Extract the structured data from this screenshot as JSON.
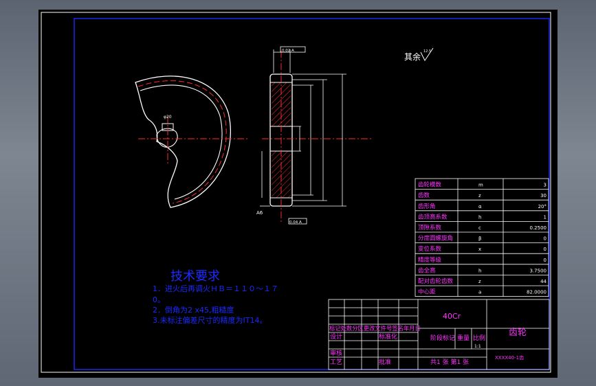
{
  "roughness": {
    "prefix": "其余",
    "value": "12.5"
  },
  "technical_requirements": {
    "title": "技术要求",
    "lines": [
      "1．进火后再调火ＨＢ＝１１０～１７",
      "0。",
      "2．倒角为2 x45,粗糙度",
      "3.未标注偏差尺寸的精度为IT14。"
    ]
  },
  "gear_params": [
    {
      "name": "齿轮模数",
      "symbol": "m",
      "value": "3"
    },
    {
      "name": "齿数",
      "symbol": "z",
      "value": "30"
    },
    {
      "name": "齿形角",
      "symbol": "α",
      "value": "20°"
    },
    {
      "name": "齿顶高系数",
      "symbol": "h",
      "value": "1"
    },
    {
      "name": "顶隙系数",
      "symbol": "c",
      "value": "0.2500"
    },
    {
      "name": "分度圆螺旋角",
      "symbol": "β",
      "value": "0"
    },
    {
      "name": "变位系数",
      "symbol": "x",
      "value": "0"
    },
    {
      "name": "精度等级",
      "symbol": "",
      "value": "0"
    },
    {
      "name": "齿全高",
      "symbol": "h",
      "value": "3.7500"
    },
    {
      "name": "配对齿轮齿数",
      "symbol": "z",
      "value": "44"
    },
    {
      "name": "中心距",
      "symbol": "a",
      "value": "82.0000"
    }
  ],
  "title_block": {
    "material": "40Cr",
    "part_name": "齿轮",
    "drawing_no": "XXXX40-1齿",
    "rev_header": "标记处数分区更改文件号签名年月日",
    "designer_label": "设计",
    "standard_label": "标准化",
    "review_label": "审核",
    "process_label": "工艺",
    "approve_label": "批准",
    "stage_label": "阶段标记",
    "weight_label": "重量",
    "scale_label": "比例",
    "scale_value": "1:1",
    "sheet_label": "共1 张 第1 张"
  },
  "dimensions": {
    "chamfer": "A6",
    "tol_top": "0.02 A",
    "tol_bottom": "0.04 A",
    "keyway": "φ20"
  },
  "colors": {
    "frame": "#1b2aff",
    "line": "#ffffff",
    "center": "#ff2a2a",
    "table": "#ff33ff",
    "title": "#ffff66",
    "accent": "#ff33ff"
  }
}
